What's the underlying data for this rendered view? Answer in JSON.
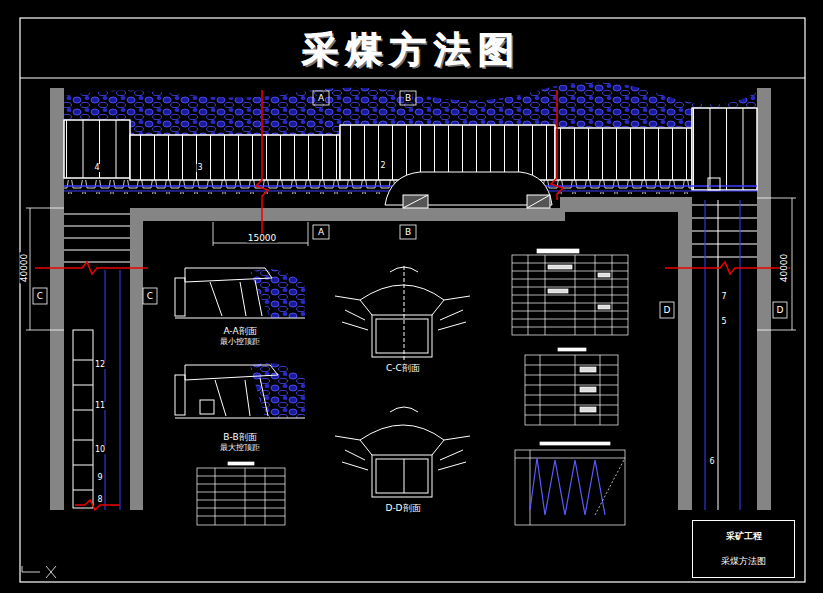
{
  "diagram": {
    "title": "采煤方法图",
    "nodes": [
      {
        "text": [
          "采矿工程",
          "采煤方法图"
        ]
      }
    ],
    "labels": [
      "A",
      "B",
      "A",
      "B",
      "15000",
      "4",
      "3",
      "2",
      "40000",
      "C",
      "C",
      "40000",
      "D",
      "D",
      "7",
      "5",
      "6",
      "12",
      "11",
      "10",
      "9",
      "8",
      "A-A剖面",
      "最小控顶距",
      "B-B剖面",
      "最大控顶距",
      "C-C剖面",
      "D-D剖面"
    ]
  }
}
